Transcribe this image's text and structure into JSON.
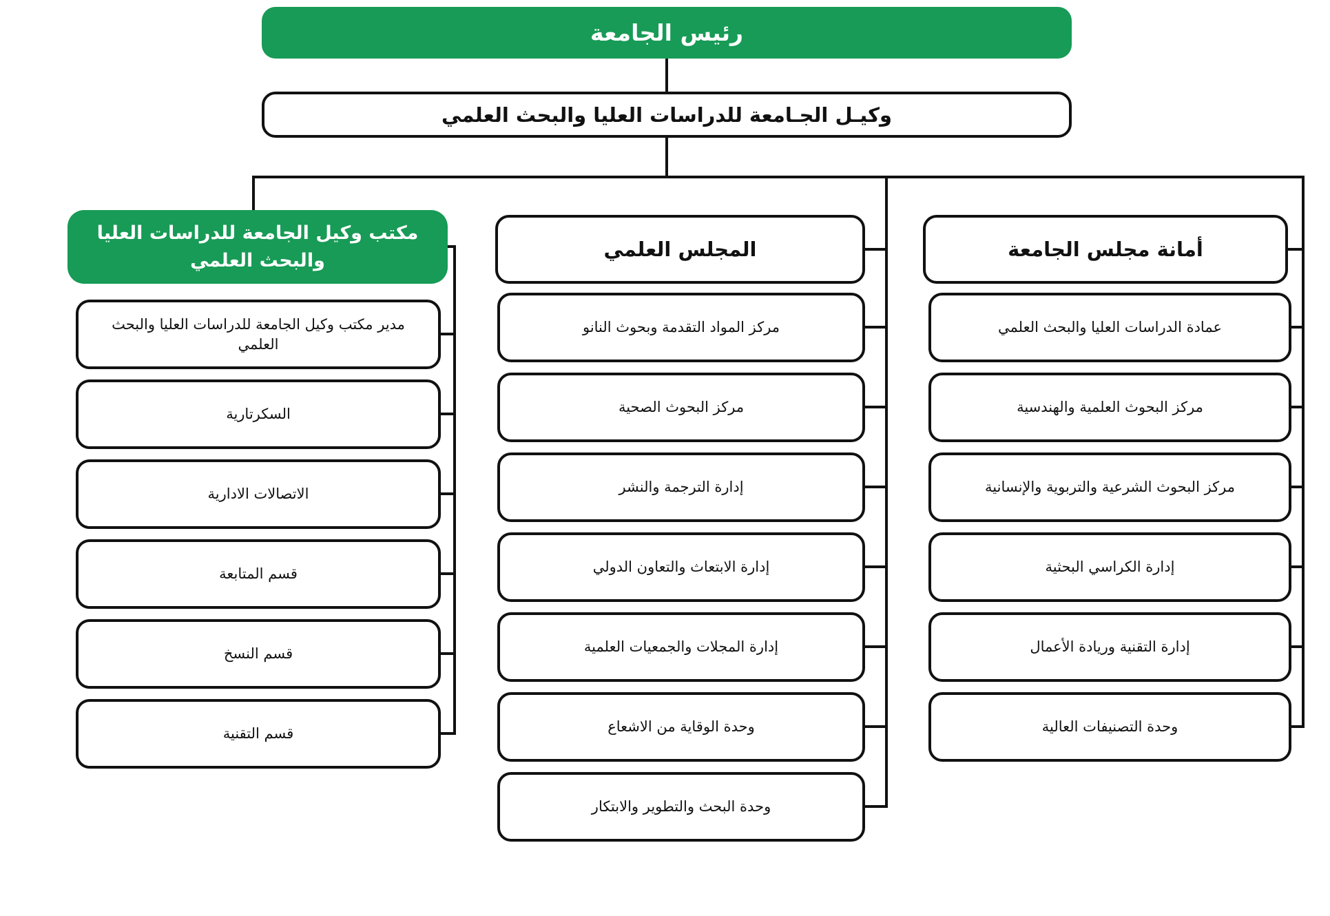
{
  "colors": {
    "accent_green": "#179B56",
    "line_black": "#111111",
    "box_background": "#ffffff",
    "text_dark": "#111111",
    "text_light": "#ffffff"
  },
  "root": {
    "label": "رئيس الجامعة"
  },
  "deputy": {
    "label": "وكيـل الجـامعة للدراسات العليا والبحث العلمي"
  },
  "columns": [
    {
      "id": "office",
      "header": {
        "label": "مكتب وكيل الجامعة للدراسات العليا والبحث العلمي"
      },
      "items": [
        "مدير مكتب وكيل الجامعة للدراسات العليا والبحث العلمي",
        "السكرتارية",
        "الاتصالات الادارية",
        "قسم المتابعة",
        "قسم النسخ",
        "قسم التقنية"
      ]
    },
    {
      "id": "scientific-council",
      "header": {
        "label": "المجلس العلمي"
      },
      "items": [
        "مركز المواد التقدمة وبحوث النانو",
        "مركز البحوث الصحية",
        "إدارة الترجمة والنشر",
        "إدارة الابتعاث والتعاون الدولي",
        "إدارة المجلات والجمعيات العلمية",
        "وحدة الوقاية من الاشعاع",
        "وحدة البحث والتطوير والابتكار"
      ]
    },
    {
      "id": "council-secretariat",
      "header": {
        "label": "أمانة مجلس الجامعة"
      },
      "items": [
        "عمادة الدراسات العليا والبحث العلمي",
        "مركز البحوث العلمية والهندسية",
        "مركز البحوث الشرعية والتربوية والإنسانية",
        "إدارة الكراسي البحثية",
        "إدارة التقنية وريادة الأعمال",
        "وحدة التصنيفات العالية"
      ]
    }
  ]
}
